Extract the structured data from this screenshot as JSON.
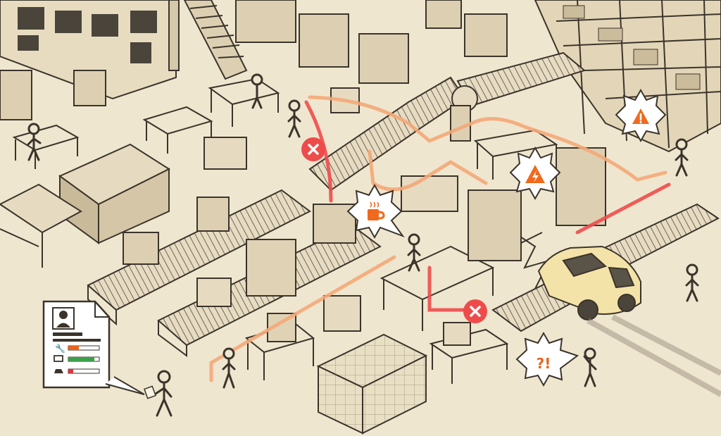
{
  "scene": {
    "description_kind": "isometric factory sketch",
    "colors": {
      "paper": "#efe6cf",
      "ink": "#3b342b",
      "route_orange": "#f4a878",
      "route_red": "#ee4b4b",
      "alert_orange": "#f06a1e",
      "box_fill": "#e3d6b6",
      "car_fill": "#f4e3a8"
    }
  },
  "callouts": {
    "unexpected": "?!"
  },
  "icons": {
    "stop_1": "x-circle-icon",
    "stop_2": "x-circle-icon",
    "warning": "warning-triangle-icon",
    "electric": "lightning-icon",
    "coffee": "coffee-cup-icon",
    "unexpected": "exclamation-burst-icon",
    "profile": "worker-profile-card-icon"
  },
  "profile_card": {
    "bars": [
      {
        "icon": "wrench-icon",
        "level": 0.35,
        "color": "#e8641e"
      },
      {
        "icon": "computer-icon",
        "level": 0.85,
        "color": "#3aa04a"
      },
      {
        "icon": "car-icon",
        "level": 0.15,
        "color": "#d9363e"
      }
    ]
  }
}
